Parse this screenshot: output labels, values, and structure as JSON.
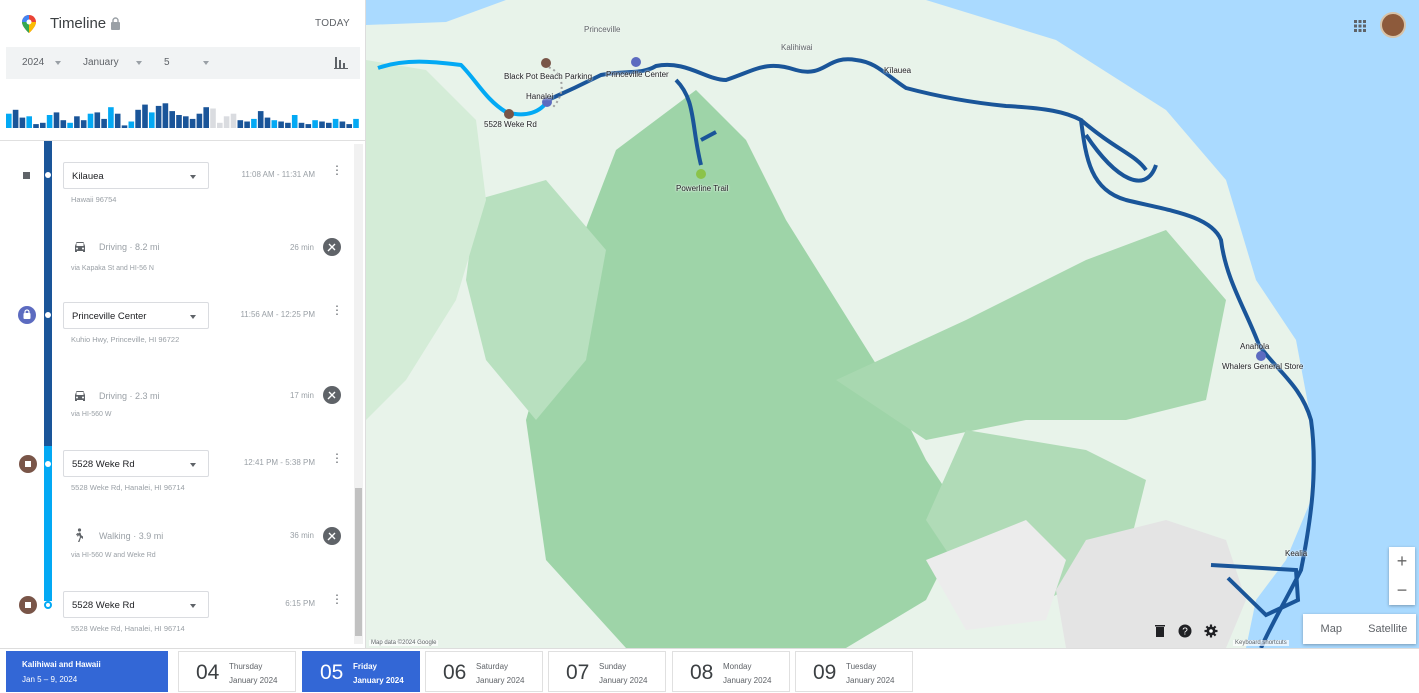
{
  "header": {
    "title": "Timeline",
    "today_label": "TODAY"
  },
  "date_selector": {
    "year": "2024",
    "month": "January",
    "day": "5"
  },
  "activity_histogram": {
    "levels": [
      0.55,
      0.7,
      0.4,
      0.45,
      0.15,
      0.2,
      0.5,
      0.6,
      0.3,
      0.2,
      0.45,
      0.3,
      0.55,
      0.6,
      0.35,
      0.8,
      0.55,
      0.1,
      0.25,
      0.7,
      0.9,
      0.6,
      0.85,
      0.95,
      0.65,
      0.5,
      0.45,
      0.35,
      0.55,
      0.8,
      0.75,
      0.2,
      0.45,
      0.55,
      0.3,
      0.25,
      0.35,
      0.65,
      0.4,
      0.3,
      0.25,
      0.2,
      0.5,
      0.2,
      0.15,
      0.3,
      0.25,
      0.2,
      0.35,
      0.25,
      0.15,
      0.35
    ],
    "colors": {
      "dark": "#1a5599",
      "light": "#03a9f4",
      "grey": "#dadce0"
    }
  },
  "timeline": {
    "stops": [
      {
        "name": "Kilauea",
        "address": "Hawaii 96754",
        "time": "11:08 AM - 11:31 AM"
      },
      {
        "name": "Princeville Center",
        "address": "Kuhio Hwy, Princeville, HI 96722",
        "time": "11:56 AM - 12:25 PM"
      },
      {
        "name": "5528 Weke Rd",
        "address": "5528 Weke Rd, Hanalei, HI 96714",
        "time": "12:41 PM - 5:38 PM"
      },
      {
        "name": "5528 Weke Rd",
        "address": "5528 Weke Rd, Hanalei, HI 96714",
        "time": "6:15 PM"
      }
    ],
    "moves": [
      {
        "mode": "Driving",
        "distance": "8.2 mi",
        "via": "via Kapaka St and HI-56 N",
        "duration": "26 min",
        "icon": "car-icon"
      },
      {
        "mode": "Driving",
        "distance": "2.3 mi",
        "via": "via HI-560 W",
        "duration": "17 min",
        "icon": "car-icon"
      },
      {
        "mode": "Walking",
        "distance": "3.9 mi",
        "via": "via HI-560 W and Weke Rd",
        "duration": "36 min",
        "icon": "walking-icon"
      }
    ]
  },
  "map": {
    "labels": {
      "princeville": "Princeville",
      "kalihiwai": "Kalihiwai",
      "kilauea": "Kīlauea",
      "black_pot": "Black Pot Beach Parking",
      "hanalei": "Hanalei",
      "princeville_center": "Princeville Center",
      "weke": "5528 Weke Rd",
      "powerline": "Powerline Trail",
      "anahola": "Anahola",
      "whalers": "Whalers General Store",
      "kealia": "Kealia"
    },
    "zoom_in": "+",
    "zoom_out": "−",
    "map_types": [
      "Map",
      "Satellite"
    ],
    "footer": {
      "map_data": "Map data ©2024 Google",
      "shortcuts": "Keyboard shortcuts"
    },
    "colors": {
      "water": "#aadaff",
      "land": "#e8f5e9",
      "forest": "#9ed4a8",
      "route_dark": "#1a5599",
      "route_light": "#03a9f4"
    }
  },
  "trip": {
    "name": "Kalihiwai and Hawaii",
    "dates": "Jan 5 – 9, 2024"
  },
  "days": [
    {
      "num": "04",
      "name": "Thursday",
      "month": "January 2024"
    },
    {
      "num": "05",
      "name": "Friday",
      "month": "January 2024",
      "selected": true
    },
    {
      "num": "06",
      "name": "Saturday",
      "month": "January 2024"
    },
    {
      "num": "07",
      "name": "Sunday",
      "month": "January 2024"
    },
    {
      "num": "08",
      "name": "Monday",
      "month": "January 2024"
    },
    {
      "num": "09",
      "name": "Tuesday",
      "month": "January 2024"
    }
  ]
}
